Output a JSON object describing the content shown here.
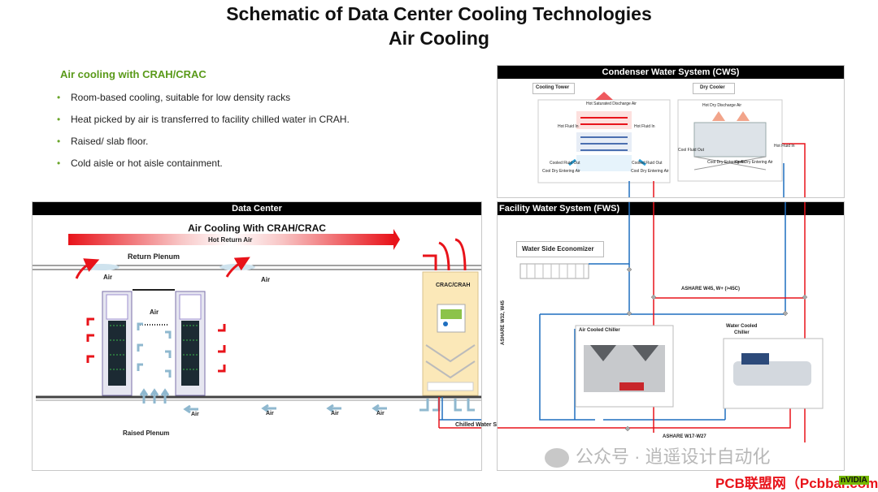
{
  "title": {
    "line1": "Schematic of Data Center Cooling Technologies",
    "line2": "Air Cooling"
  },
  "left": {
    "subhead": "Air cooling with CRAH/CRAC",
    "bullets": [
      "Room-based cooling, suitable for low density racks",
      "Heat picked by air is transferred to facility chilled water in CRAH.",
      "Raised/ slab floor.",
      "Cold aisle or hot aisle containment."
    ]
  },
  "data_center": {
    "header": "Data Center",
    "subtitle": "Air Cooling With CRAH/CRAC",
    "hot_return": "Hot Return Air",
    "return_plenum": "Return Plenum",
    "air": "Air",
    "crac": "CRAC/CRAH",
    "raised_plenum": "Raised Plenum",
    "chilled_water": "Chilled Water Supply and Return"
  },
  "cws": {
    "header": "Condenser Water System (CWS)",
    "cooling_tower": "Cooling Tower",
    "dry_cooler": "Dry Cooler",
    "hot_saturated": "Hot Saturated Discharge Air",
    "hot_fluid_in": "Hot Fluid In",
    "cooled_fluid_out": "Cooled Fluid Out",
    "cool_dry_air": "Cool Dry Entering Air",
    "hot_dry_discharge": "Hot Dry Discharge Air",
    "cool_fluid_out": "Cool Fluid Out",
    "cool_dry_entering": "Cool Dry Entering Air"
  },
  "fws": {
    "header": "Facility Water System (FWS)",
    "economizer": "Water Side Economizer",
    "ashrae_w45": "ASHARE W45, W+ (>45C)",
    "ashrae_w32": "ASHARE W32, W45",
    "air_chiller": "Air Cooled Chiller",
    "water_chiller_1": "Water Cooled",
    "water_chiller_2": "Chiller",
    "ashrae_w17": "ASHARE W17-W27"
  },
  "footer": {
    "watermark": "公众号 · 逍遥设计自动化",
    "brand": "PCB联盟网（Pcbbar.com）",
    "logo": "nVIDIA"
  },
  "colors": {
    "hot": "#e8131a",
    "cool": "#1f6fbf",
    "cool_light": "#8fb8cf",
    "accent_green": "#6aa52a"
  }
}
